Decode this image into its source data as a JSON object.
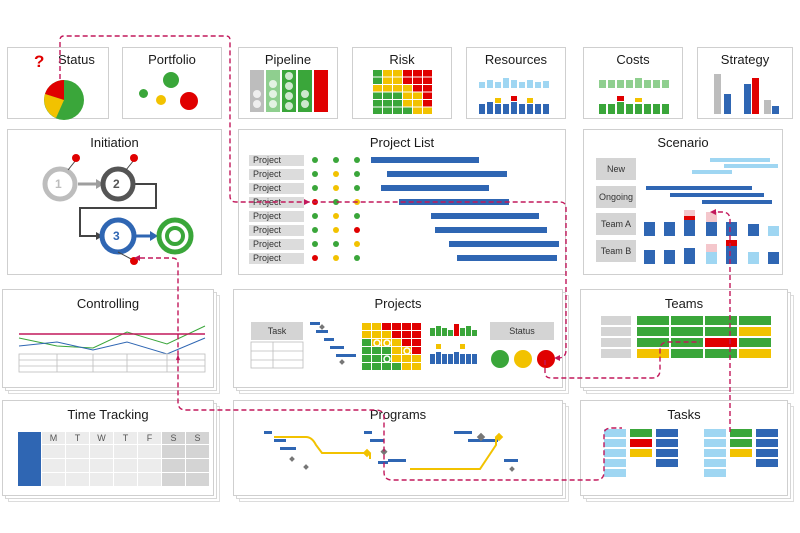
{
  "top_row": {
    "status": "Status",
    "portfolio": "Portfolio",
    "pipeline": "Pipeline",
    "risk": "Risk",
    "resources": "Resources",
    "costs": "Costs",
    "strategy": "Strategy"
  },
  "initiation": {
    "title": "Initiation",
    "steps": [
      "1",
      "2",
      "3"
    ]
  },
  "project_list": {
    "title": "Project List",
    "rows": [
      "Project",
      "Project",
      "Project",
      "Project",
      "Project",
      "Project",
      "Project",
      "Project"
    ]
  },
  "scenario": {
    "title": "Scenario",
    "labels": [
      "New",
      "Ongoing",
      "Team A",
      "Team B"
    ]
  },
  "controlling": {
    "title": "Controlling"
  },
  "projects": {
    "title": "Projects",
    "task_label": "Task",
    "status_label": "Status"
  },
  "teams": {
    "title": "Teams"
  },
  "time_tracking": {
    "title": "Time Tracking",
    "days": [
      "M",
      "T",
      "W",
      "T",
      "F",
      "S",
      "S"
    ]
  },
  "programs": {
    "title": "Programs"
  },
  "tasks": {
    "title": "Tasks"
  },
  "status_mark": "?",
  "colors": {
    "blue": "#2f66b3",
    "green": "#3aa63a",
    "yellow": "#f2c200",
    "red": "#e00000",
    "light_blue": "#9fd6f2",
    "grey": "#bdbdbd",
    "connector": "#c2185b"
  }
}
